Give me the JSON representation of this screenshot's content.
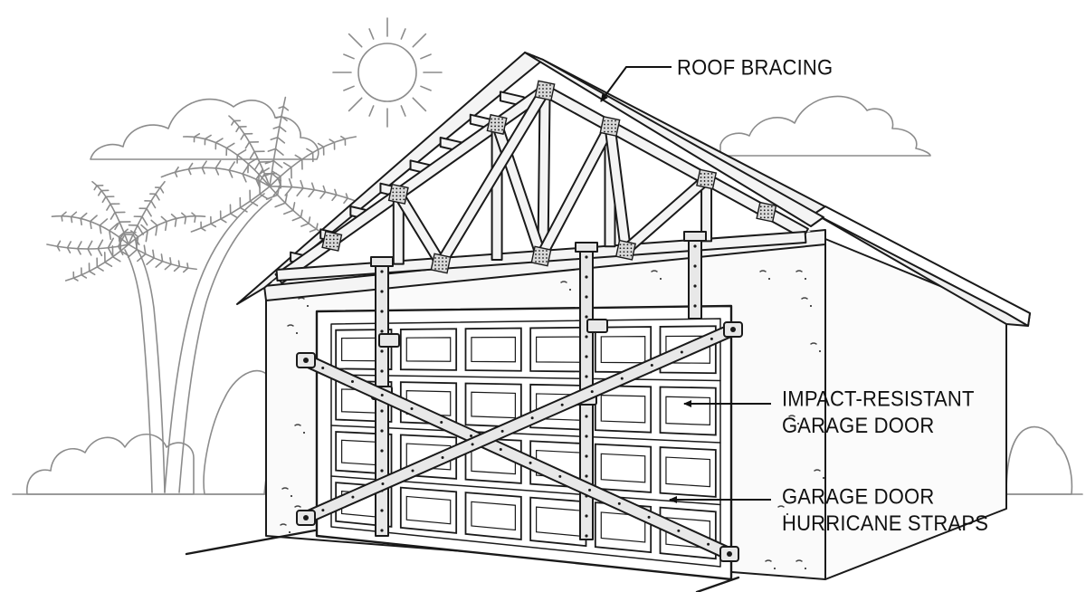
{
  "labels": {
    "roof_bracing": "ROOF BRACING",
    "garage_door_line1": "IMPACT-RESISTANT",
    "garage_door_line2": "GARAGE DOOR",
    "straps_line1": "GARAGE DOOR",
    "straps_line2": "HURRICANE STRAPS"
  },
  "colors": {
    "ink": "#1a1a1a",
    "background_line": "#8c8c8c",
    "paper": "#ffffff"
  },
  "icons": [
    "sun-icon",
    "cloud-icon",
    "palm-tree-icon",
    "shrub-icon"
  ]
}
